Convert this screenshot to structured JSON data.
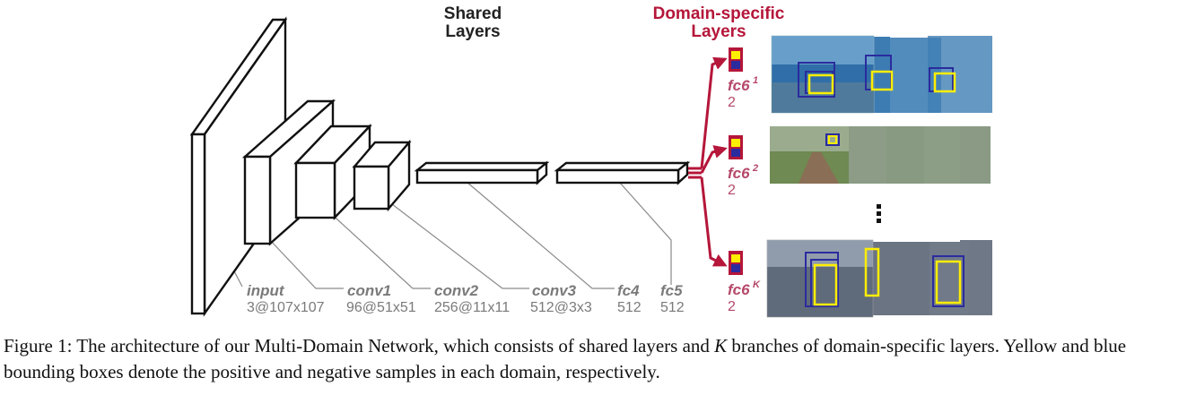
{
  "headings": {
    "shared_line1": "Shared",
    "shared_line2": "Layers",
    "domain_line1": "Domain-specific",
    "domain_line2": "Layers"
  },
  "layers": [
    {
      "name": "input",
      "dims": "3@107x107"
    },
    {
      "name": "conv1",
      "dims": "96@51x51"
    },
    {
      "name": "conv2",
      "dims": "256@11x11"
    },
    {
      "name": "conv3",
      "dims": "512@3x3"
    },
    {
      "name": "fc4",
      "dims": "512"
    },
    {
      "name": "fc5",
      "dims": "512"
    }
  ],
  "branches": [
    {
      "name": "fc6",
      "sup": "1",
      "dims": "2"
    },
    {
      "name": "fc6",
      "sup": "2",
      "dims": "2"
    },
    {
      "name": "fc6",
      "sup": "K",
      "dims": "2"
    }
  ],
  "colors": {
    "accent_red": "#b5163a",
    "positive_box": "#ffee00",
    "negative_box": "#2b2b9e",
    "leader_line": "#8a8a8a"
  },
  "caption": {
    "prefix": "Figure 1: The architecture of our Multi-Domain Network, which consists of shared layers and ",
    "k": "K",
    "suffix": " branches of domain-specific layers. Yellow and blue bounding boxes denote the positive and negative samples in each domain, respectively."
  }
}
